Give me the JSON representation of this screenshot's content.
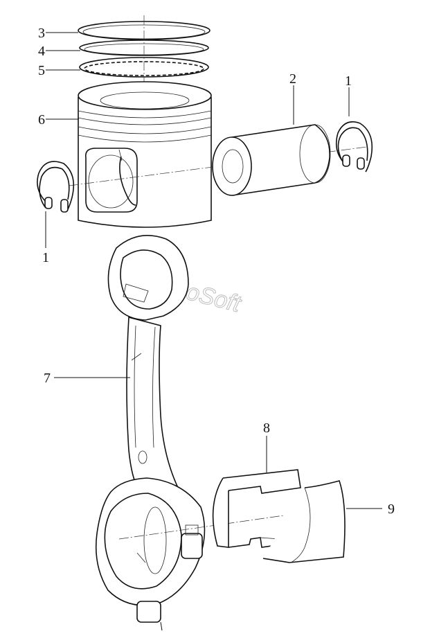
{
  "callouts": {
    "c1_right": "1",
    "c2": "2",
    "c3": "3",
    "c4": "4",
    "c5": "5",
    "c6": "6",
    "c1_left": "1",
    "c7": "7",
    "c8": "8",
    "c9": "9"
  },
  "watermark": "AutoSoft"
}
